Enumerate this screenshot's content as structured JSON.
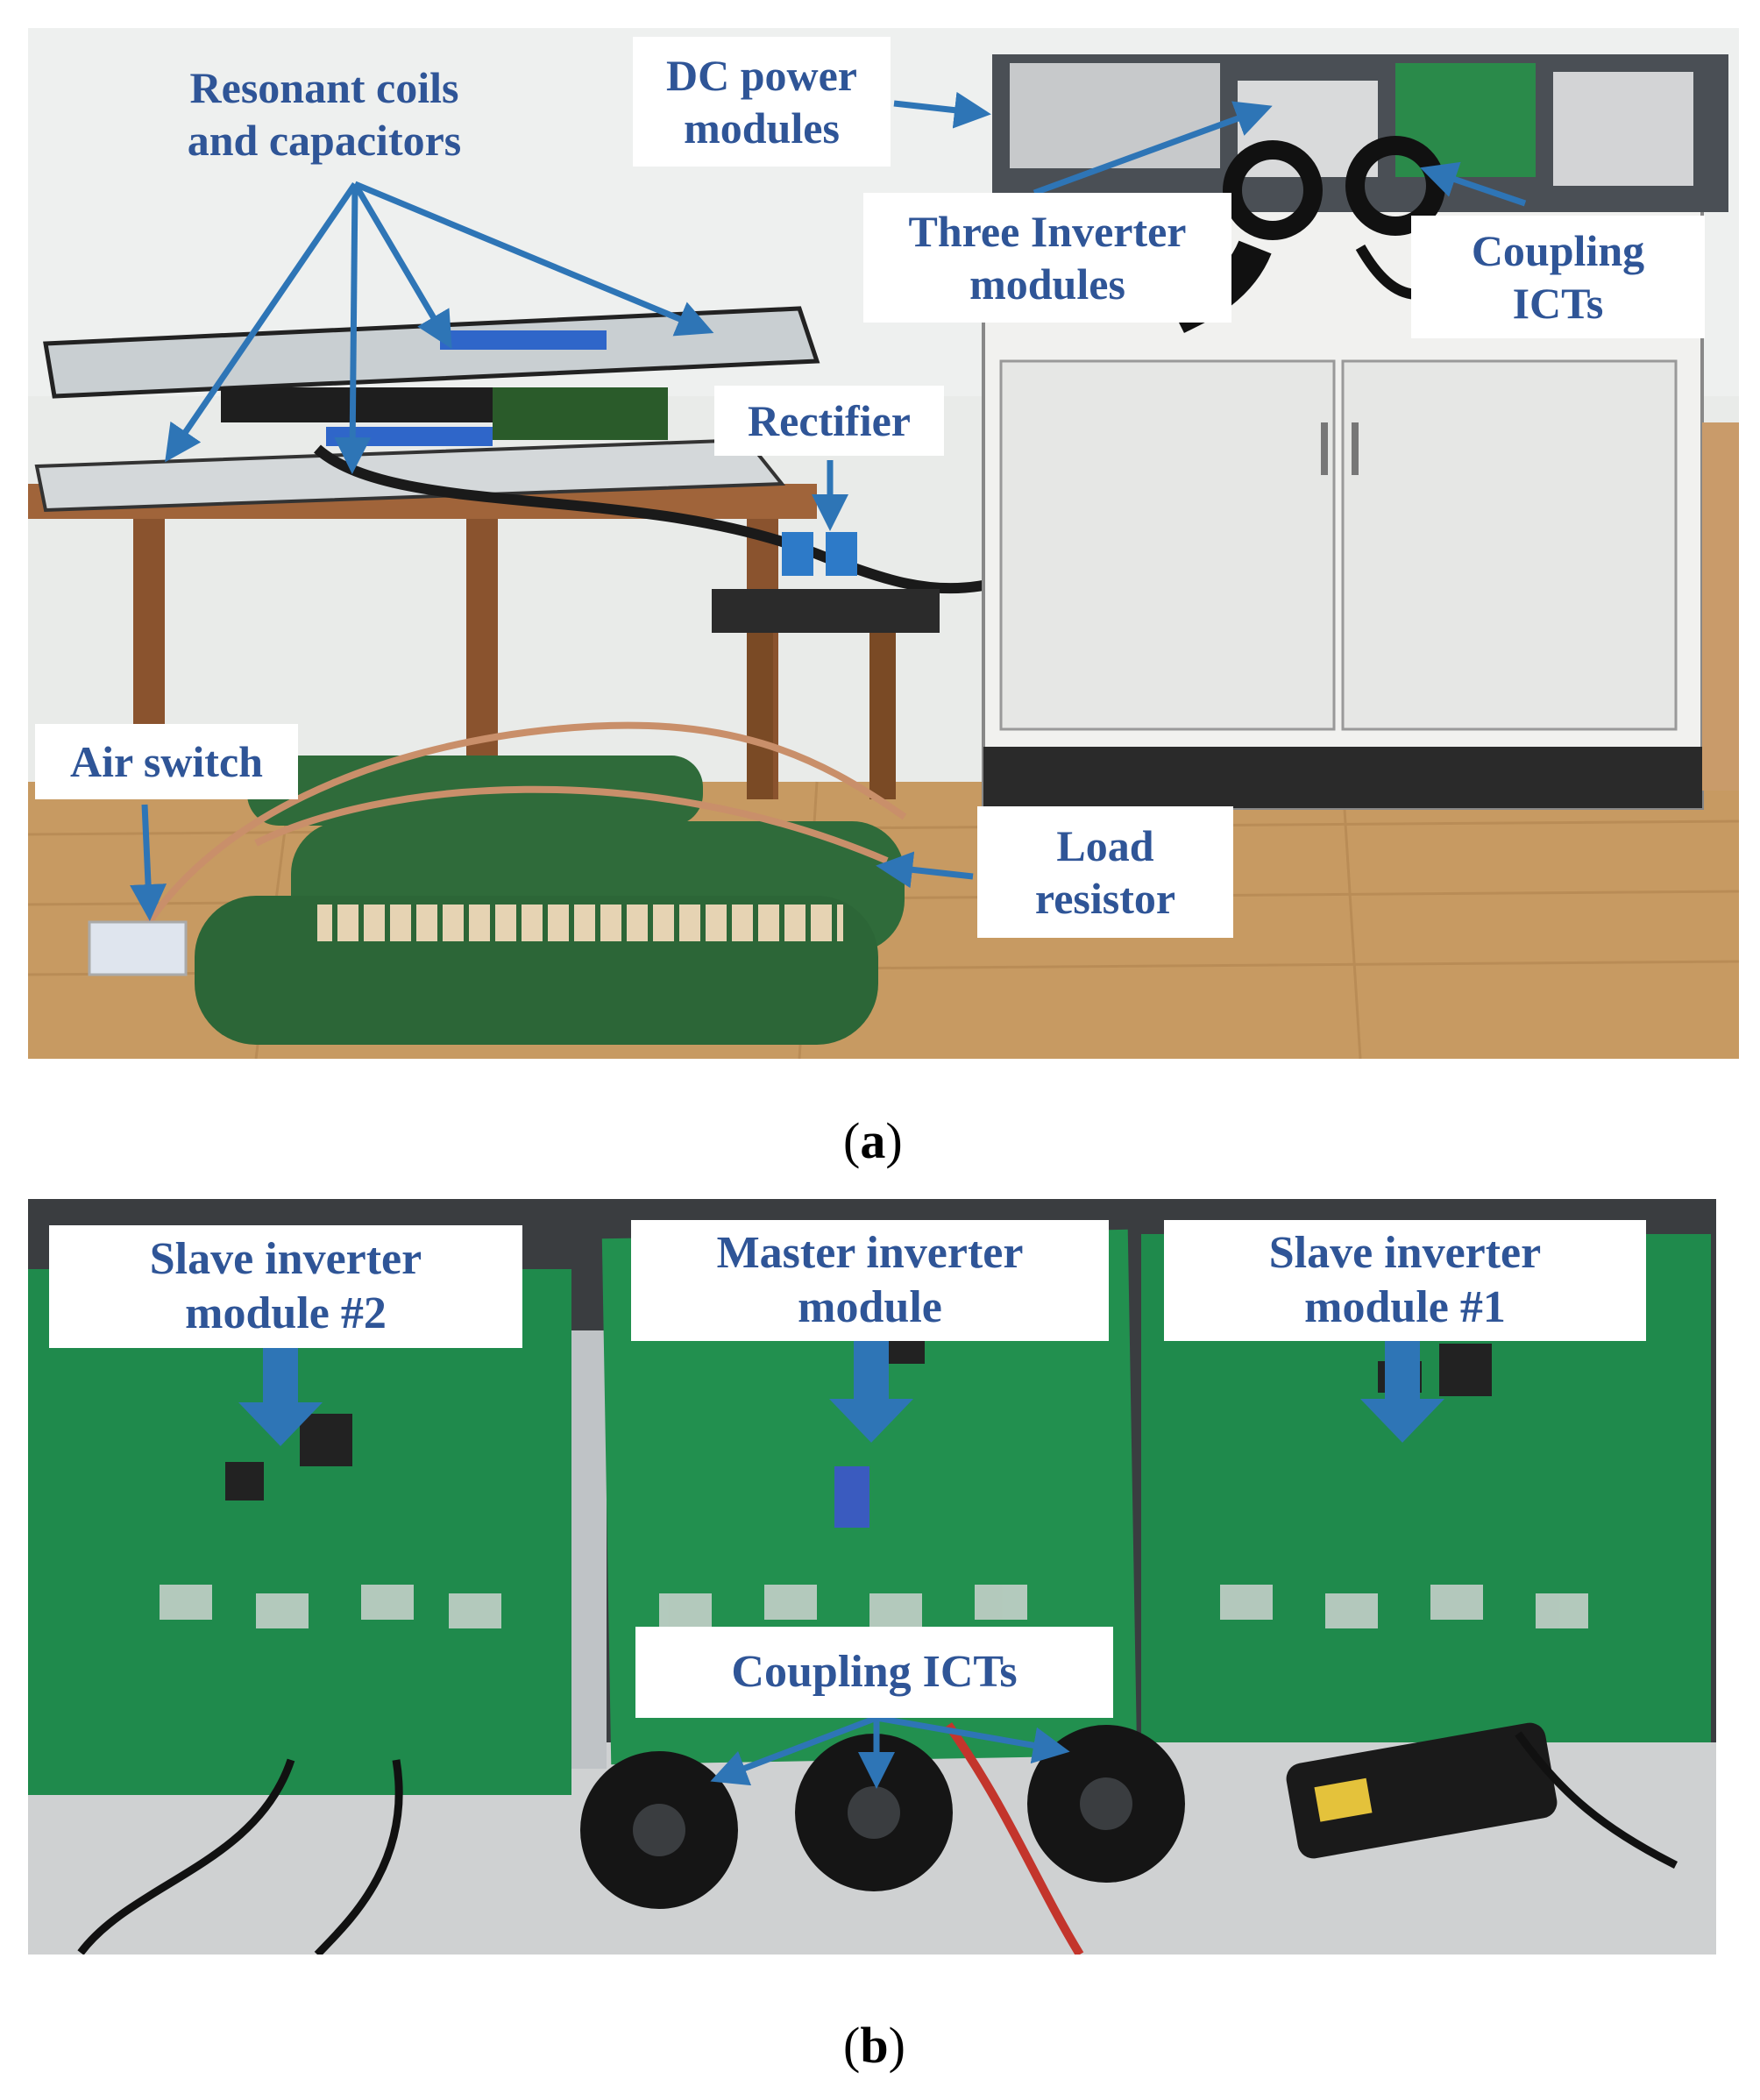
{
  "panel_a": {
    "labels": {
      "resonant_coils": [
        "Resonant coils",
        "and capacitors"
      ],
      "dc_power": [
        "DC power",
        "modules"
      ],
      "three_inverter": [
        "Three Inverter",
        "modules"
      ],
      "coupling_icts": [
        "Coupling",
        "ICTs"
      ],
      "rectifier": [
        "Rectifier"
      ],
      "air_switch": [
        "Air switch"
      ],
      "load_resistor": [
        "Load",
        "resistor"
      ]
    },
    "caption_letter": "a"
  },
  "panel_b": {
    "labels": {
      "slave2": [
        "Slave inverter",
        "module #2"
      ],
      "master": [
        "Master inverter",
        "module"
      ],
      "slave1": [
        "Slave inverter",
        "module #1"
      ],
      "coupling_icts": [
        "Coupling ICTs"
      ]
    },
    "caption_letter": "b"
  },
  "colors": {
    "label_text": "#2f5597",
    "arrow": "#2e75b6",
    "pcb": "#1f8a4c",
    "resistor": "#2f6b3a"
  }
}
